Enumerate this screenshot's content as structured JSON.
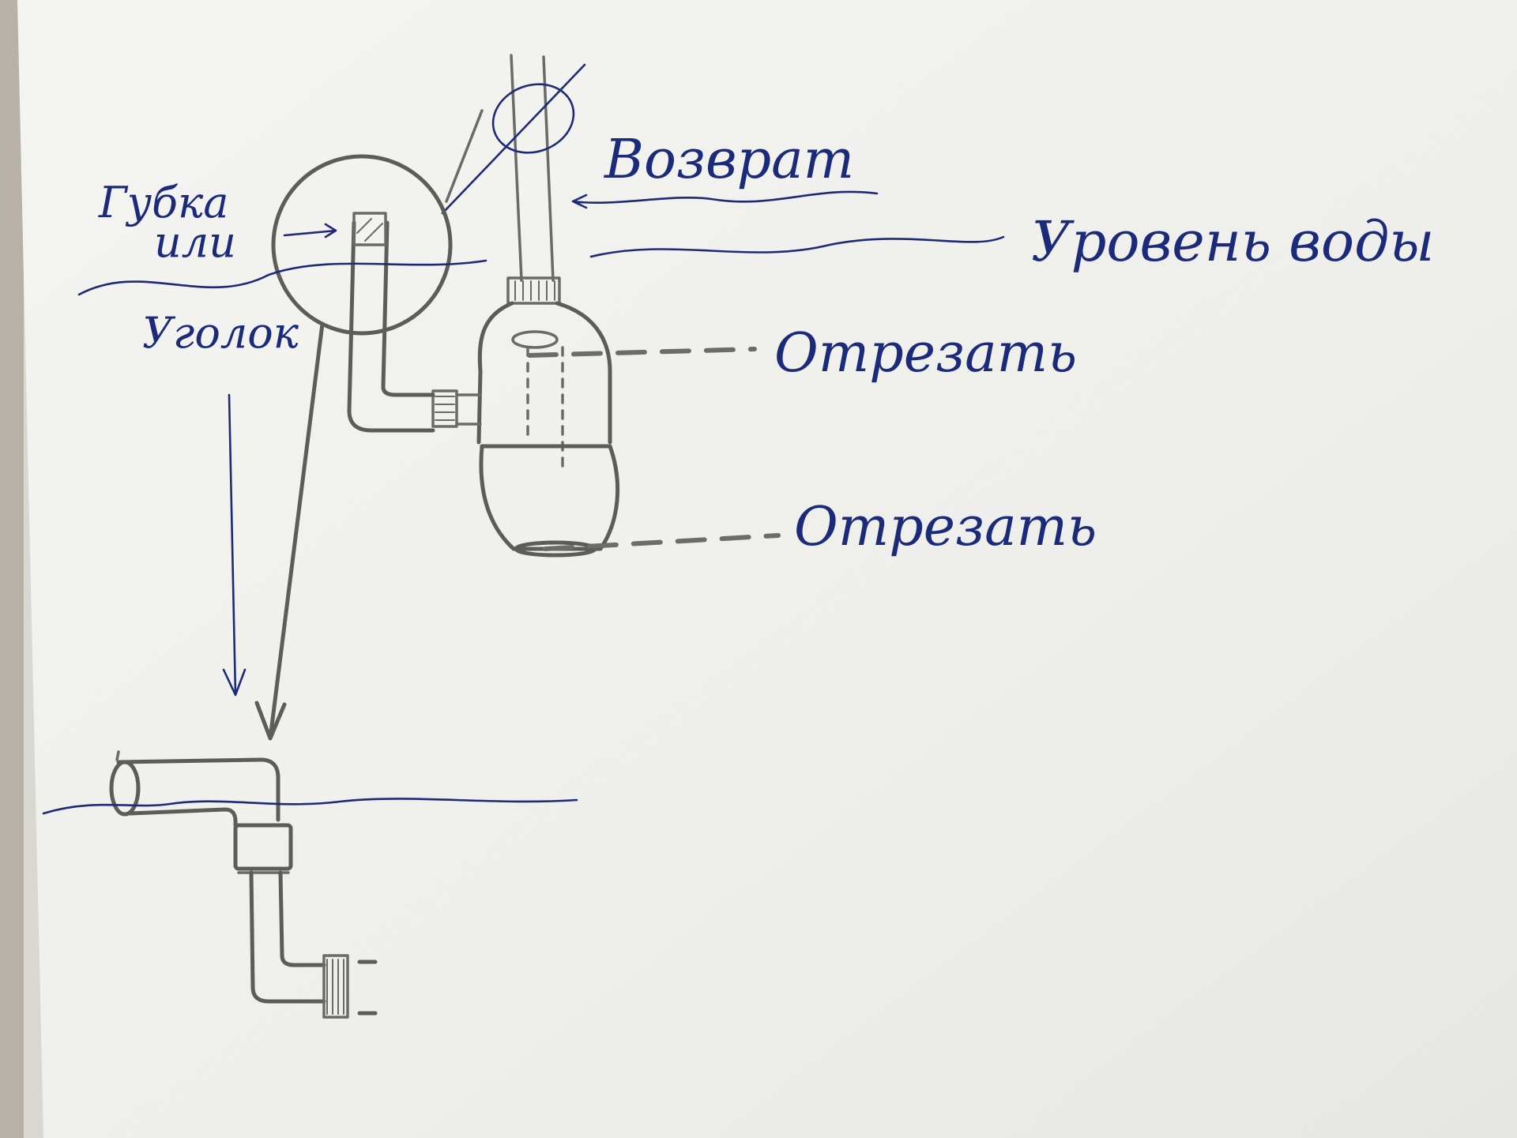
{
  "labels": {
    "return": "Возврат",
    "water_level": "Уровень воды",
    "sponge_line1": "Губка",
    "sponge_line2": "или",
    "corner": "Уголок",
    "cut_top": "Отрезать",
    "cut_bottom": "Отрезать"
  },
  "colors": {
    "paper": "#f1f1ee",
    "ink": "#1e2a78",
    "pencil": "#5c5c5a",
    "table_background": "#d9d7d2"
  }
}
